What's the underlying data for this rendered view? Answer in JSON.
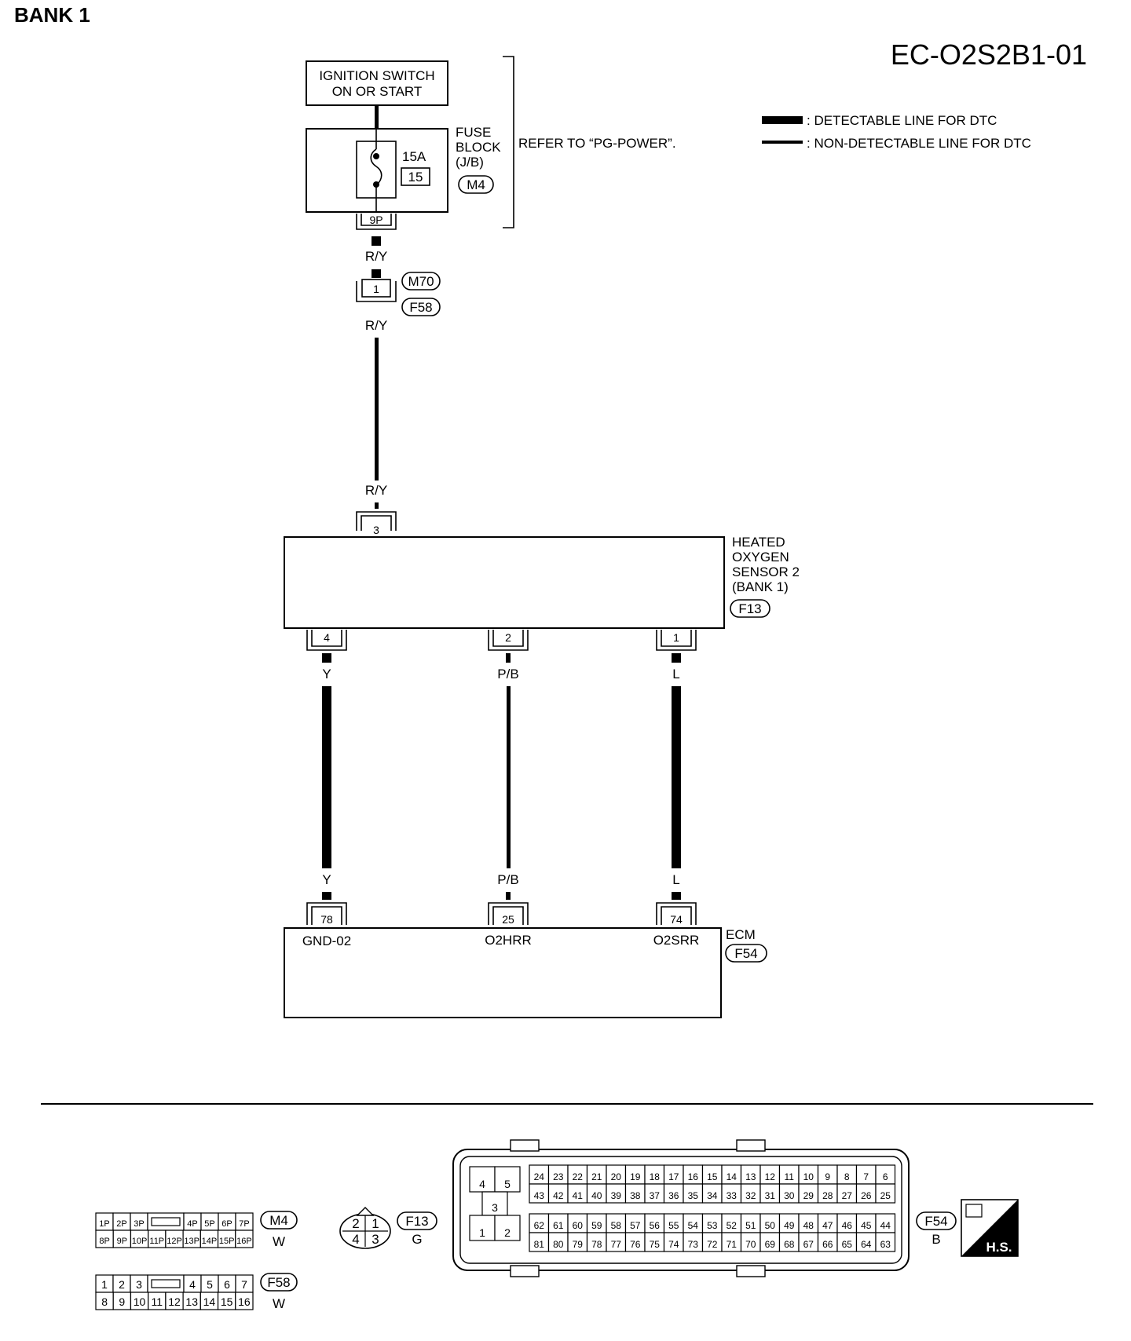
{
  "header": {
    "bank": "BANK 1",
    "diagram_code": "EC-O2S2B1-01"
  },
  "legend": {
    "detectable": ": DETECTABLE LINE FOR DTC",
    "non_detectable": ": NON-DETECTABLE LINE FOR DTC"
  },
  "ignition": {
    "line1": "IGNITION SWITCH",
    "line2": "ON OR START"
  },
  "fuse_block": {
    "line1": "FUSE",
    "line2": "BLOCK",
    "line3": "(J/B)",
    "rating": "15A",
    "fuse_no": "15",
    "connector": "M4",
    "pin": "9P",
    "refer": "REFER TO “PG-POWER”."
  },
  "joint_connector": {
    "pin": "1",
    "conn_top": "M70",
    "conn_bottom": "F58"
  },
  "wire_colors": {
    "ry_1": "R/Y",
    "ry_2": "R/Y",
    "ry_3": "R/Y",
    "y": "Y",
    "pb": "P/B",
    "l": "L"
  },
  "sensor": {
    "line1": "HEATED",
    "line2": "OXYGEN",
    "line3": "SENSOR 2",
    "line4": "(BANK 1)",
    "connector": "F13",
    "pin_top": "3",
    "pin_a": "4",
    "pin_b": "2",
    "pin_c": "1"
  },
  "ecm": {
    "label": "ECM",
    "connector": "F54",
    "pin_a": "78",
    "pin_b": "25",
    "pin_c": "74",
    "term_a": "GND-02",
    "term_b": "O2HRR",
    "term_c": "O2SRR"
  },
  "connectors_view": {
    "m4": {
      "label": "M4",
      "color": "W",
      "top": [
        "1P",
        "2P",
        "3P",
        "4P",
        "5P",
        "6P",
        "7P"
      ],
      "bottom": [
        "8P",
        "9P",
        "10P",
        "11P",
        "12P",
        "13P",
        "14P",
        "15P",
        "16P"
      ]
    },
    "f58": {
      "label": "F58",
      "color": "W",
      "top": [
        "1",
        "2",
        "3",
        "4",
        "5",
        "6",
        "7"
      ],
      "bottom": [
        "8",
        "9",
        "10",
        "11",
        "12",
        "13",
        "14",
        "15",
        "16"
      ]
    },
    "f13": {
      "label": "F13",
      "color": "G",
      "pins": [
        "2",
        "1",
        "4",
        "3"
      ]
    },
    "f54": {
      "label": "F54",
      "color": "B",
      "small": [
        "4",
        "5",
        "3",
        "1",
        "2"
      ],
      "row1": [
        "24",
        "23",
        "22",
        "21",
        "20",
        "19",
        "18",
        "17",
        "16",
        "15",
        "14",
        "13",
        "12",
        "11",
        "10",
        "9",
        "8",
        "7",
        "6"
      ],
      "row2": [
        "43",
        "42",
        "41",
        "40",
        "39",
        "38",
        "37",
        "36",
        "35",
        "34",
        "33",
        "32",
        "31",
        "30",
        "29",
        "28",
        "27",
        "26",
        "25"
      ],
      "row3": [
        "62",
        "61",
        "60",
        "59",
        "58",
        "57",
        "56",
        "55",
        "54",
        "53",
        "52",
        "51",
        "50",
        "49",
        "48",
        "47",
        "46",
        "45",
        "44"
      ],
      "row4": [
        "81",
        "80",
        "79",
        "78",
        "77",
        "76",
        "75",
        "74",
        "73",
        "72",
        "71",
        "70",
        "69",
        "68",
        "67",
        "66",
        "65",
        "64",
        "63"
      ]
    },
    "hs": "H.S."
  }
}
